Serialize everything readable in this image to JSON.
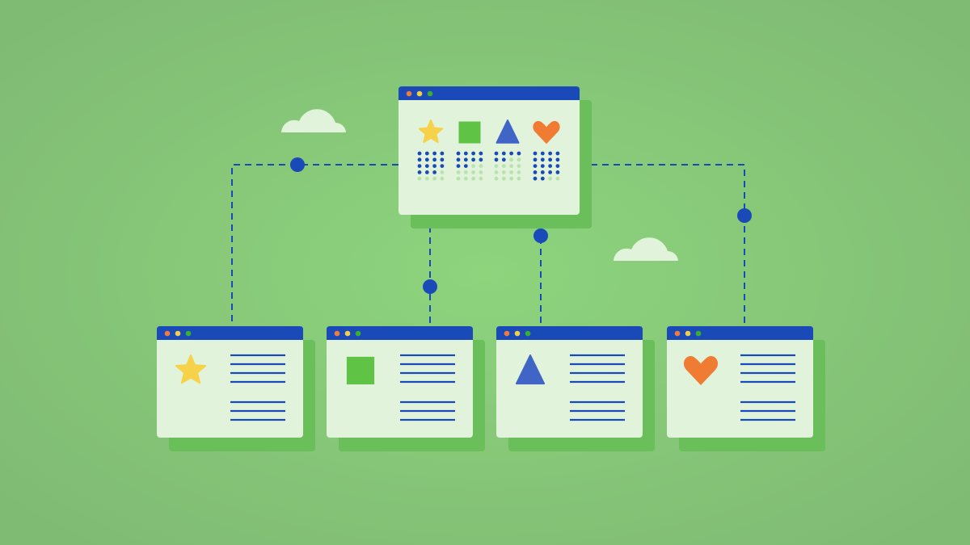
{
  "colors": {
    "background_center": "#8dd47d",
    "background_edge": "#80bb74",
    "window_bar": "#1a49b8",
    "window_body": "#e2f3dc",
    "window_shadow": "#6bbf5a",
    "connector": "#1a49b8",
    "cloud": "#e2f3dc",
    "dot_filled": "#1a49b8",
    "dot_empty": "#b9e3ad",
    "traffic_lights": [
      "#f07b3a",
      "#f2cf45",
      "#3cb02a"
    ],
    "lines": "#1a49b8"
  },
  "shapes": [
    {
      "icon": "star-icon",
      "color": "#f5d24a",
      "filled_dots": 15
    },
    {
      "icon": "square-icon",
      "color": "#5fc346",
      "filled_dots": 10
    },
    {
      "icon": "triangle-icon",
      "color": "#4065c6",
      "filled_dots": 6
    },
    {
      "icon": "heart-icon",
      "color": "#f07b33",
      "filled_dots": 18
    }
  ],
  "dot_grid": {
    "columns": 4,
    "rows": 5
  }
}
